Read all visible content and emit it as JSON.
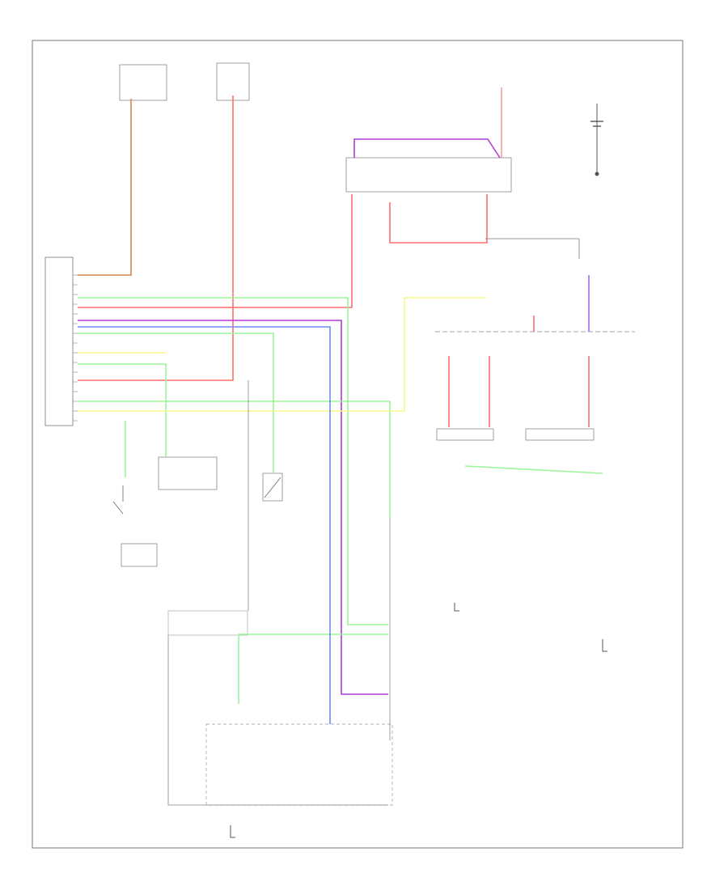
{
  "diagram": {
    "title": "",
    "footer_code": "",
    "legibility_note": "",
    "colors": {
      "red": "#ff6e6e",
      "pink": "#ff9a9a",
      "green": "#9bf59b",
      "yellow": "#f7f78a",
      "purple": "#b33cd6",
      "violet": "#9b6bff",
      "blue": "#6b8cff",
      "orange_brown": "#d4874f",
      "black": "#555555",
      "gray": "#999999"
    },
    "components": [
      {
        "id": "control-module",
        "icon": "connector-block",
        "label": ""
      },
      {
        "id": "fuse-block-top-left",
        "icon": "fuse-box",
        "label": ""
      },
      {
        "id": "fuse-block-top-mid",
        "icon": "fuse-box",
        "label": ""
      },
      {
        "id": "battery",
        "icon": "battery",
        "label": ""
      },
      {
        "id": "headlight-relay",
        "icon": "relay",
        "label": ""
      },
      {
        "id": "dimmer-relay",
        "icon": "relay",
        "label": ""
      },
      {
        "id": "fuse-panel-right",
        "icon": "fuse-box",
        "label": ""
      },
      {
        "id": "headlight-left",
        "icon": "lamp",
        "label": ""
      },
      {
        "id": "headlight-right",
        "icon": "lamp",
        "label": ""
      },
      {
        "id": "daytime-running-light-sensor",
        "icon": "sensor",
        "label": ""
      },
      {
        "id": "parking-brake-switch",
        "icon": "switch",
        "label": ""
      },
      {
        "id": "combination-switch-module",
        "icon": "switch",
        "label": ""
      },
      {
        "id": "lighting-relay",
        "icon": "relay",
        "label": ""
      },
      {
        "id": "dash-light-module",
        "icon": "module",
        "label": ""
      },
      {
        "id": "ground-points",
        "icon": "ground",
        "label": ""
      }
    ]
  }
}
